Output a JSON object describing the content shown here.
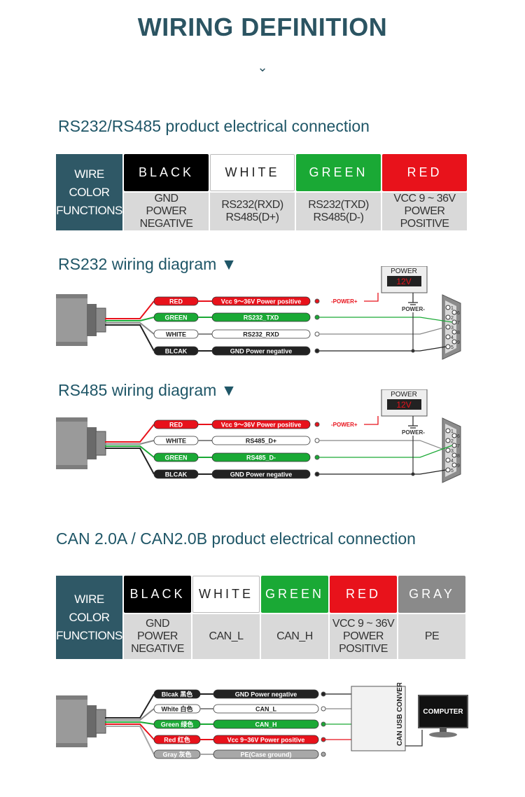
{
  "title": "WIRING DEFINITION",
  "chevron": "⌄",
  "section1": {
    "heading": "RS232/RS485 product electrical connection",
    "label_lines": [
      "WIRE",
      "COLOR",
      "FUNCTIONS"
    ],
    "columns": [
      {
        "color": "BLACK",
        "bg": "#000000",
        "fg": "#ffffff",
        "func_lines": [
          "GND",
          "POWER",
          "NEGATIVE"
        ]
      },
      {
        "color": "WHITE",
        "bg": "#ffffff",
        "fg": "#222222",
        "func_lines": [
          "RS232(RXD)",
          "RS485(D+)"
        ]
      },
      {
        "color": "GREEN",
        "bg": "#1aa935",
        "fg": "#ffffff",
        "func_lines": [
          "RS232(TXD)",
          "RS485(D-)"
        ]
      },
      {
        "color": "RED",
        "bg": "#e8121b",
        "fg": "#ffffff",
        "func_lines": [
          "VCC 9 ~ 36V",
          "POWER POSITIVE"
        ]
      }
    ]
  },
  "rs232": {
    "heading": "RS232 wiring diagram ▼",
    "power_box": "POWER",
    "voltage": "12V",
    "power_plus": "-POWER+",
    "power_minus": "POWER-",
    "wires": [
      {
        "name": "RED",
        "desc": "Vcc 9～36V Power positive",
        "color": "#e8121b",
        "text": "#ffffff"
      },
      {
        "name": "GREEN",
        "desc": "RS232_TXD",
        "color": "#1aa935",
        "text": "#ffffff"
      },
      {
        "name": "WHITE",
        "desc": "RS232_RXD",
        "color": "#ffffff",
        "text": "#222222"
      },
      {
        "name": "BLCAK",
        "desc": "GND Power negative",
        "color": "#222222",
        "text": "#ffffff"
      }
    ],
    "pins": [
      "1",
      "2",
      "3",
      "4",
      "5",
      "6",
      "7",
      "8",
      "9"
    ]
  },
  "rs485": {
    "heading": "RS485 wiring diagram ▼",
    "power_box": "POWER",
    "voltage": "12V",
    "power_plus": "-POWER+",
    "power_minus": "POWER-",
    "wires": [
      {
        "name": "RED",
        "desc": "Vcc 9～36V Power positive",
        "color": "#e8121b",
        "text": "#ffffff"
      },
      {
        "name": "WHITE",
        "desc": "RS485_D+",
        "color": "#ffffff",
        "text": "#222222"
      },
      {
        "name": "GREEN",
        "desc": "RS485_D-",
        "color": "#1aa935",
        "text": "#ffffff"
      },
      {
        "name": "BLCAK",
        "desc": "GND Power negative",
        "color": "#222222",
        "text": "#ffffff"
      }
    ],
    "pins": [
      "1",
      "2",
      "3",
      "4",
      "5",
      "6",
      "7",
      "8",
      "9"
    ]
  },
  "section2": {
    "heading": "CAN 2.0A / CAN2.0B product electrical connection",
    "label_lines": [
      "WIRE",
      "COLOR",
      "FUNCTIONS"
    ],
    "columns": [
      {
        "color": "BLACK",
        "bg": "#000000",
        "fg": "#ffffff",
        "func_lines": [
          "GND",
          "POWER",
          "NEGATIVE"
        ]
      },
      {
        "color": "WHITE",
        "bg": "#ffffff",
        "fg": "#222222",
        "func_lines": [
          "CAN_L"
        ]
      },
      {
        "color": "GREEN",
        "bg": "#1aa935",
        "fg": "#ffffff",
        "func_lines": [
          "CAN_H"
        ]
      },
      {
        "color": "RED",
        "bg": "#e8121b",
        "fg": "#ffffff",
        "func_lines": [
          "VCC 9 ~ 36V",
          "POWER",
          "POSITIVE"
        ]
      },
      {
        "color": "GRAY",
        "bg": "#8a8a8a",
        "fg": "#ffffff",
        "func_lines": [
          "PE"
        ]
      }
    ]
  },
  "can": {
    "wires": [
      {
        "name": "Blcak 黑色",
        "desc": "GND Power negative",
        "color": "#222222",
        "text": "#ffffff",
        "pin": "GND"
      },
      {
        "name": "White 白色",
        "desc": "CAN_L",
        "color": "#ffffff",
        "text": "#222222",
        "pin": "CAN_L"
      },
      {
        "name": "Green 绿色",
        "desc": "CAN_H",
        "color": "#1aa935",
        "text": "#ffffff",
        "pin": "CAN_H"
      },
      {
        "name": "Red 红色",
        "desc": "Vcc 9~36V Power positive",
        "color": "#e8121b",
        "text": "#ffffff",
        "pin": "POWER"
      },
      {
        "name": "Gray 灰色",
        "desc": "PE(Case ground)",
        "color": "#a8a8a8",
        "text": "#ffffff",
        "pin": ""
      }
    ],
    "converter": "CAN USB CONVERTER",
    "computer": "COMPUTER"
  }
}
